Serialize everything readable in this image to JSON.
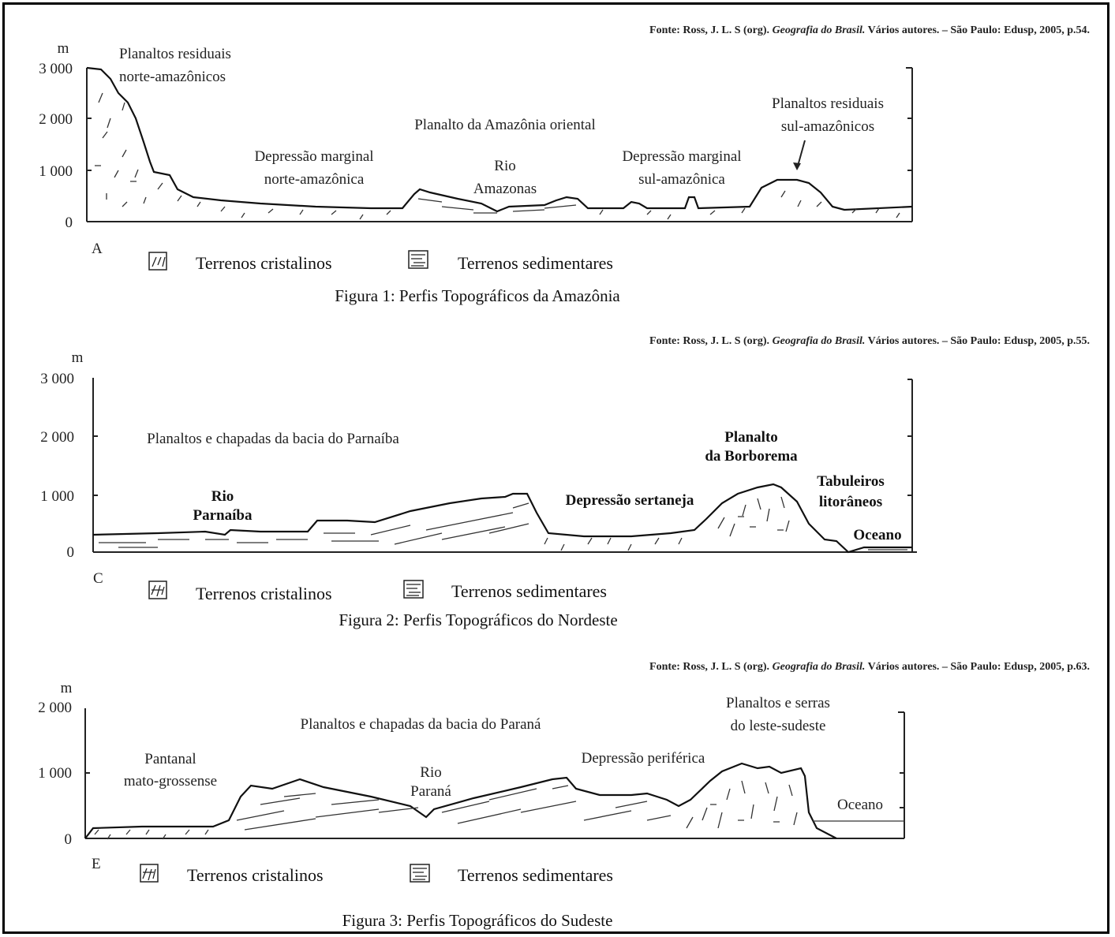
{
  "figures": [
    {
      "source_prefix": "Fonte: Ross, J. L. S (org). ",
      "source_title": "Geografia do Brasil.",
      "source_suffix": " Vários autores. – São Paulo: Edusp, 2005, p.54.",
      "unit": "m",
      "ticks": [
        "3 000",
        "2 000",
        "1 000",
        "0"
      ],
      "letter": "A",
      "labels": {
        "l1a": "Planaltos residuais",
        "l1b": "norte-amazônicos",
        "l2a": "Depressão marginal",
        "l2b": "norte-amazônica",
        "l3": "Planalto da Amazônia oriental",
        "l4a": "Rio",
        "l4b": "Amazonas",
        "l5a": "Depressão marginal",
        "l5b": "sul-amazônica",
        "l6a": "Planaltos residuais",
        "l6b": "sul-amazônicos"
      },
      "legend_crystal": "Terrenos  cristalinos",
      "legend_sed": "Terrenos sedimentares",
      "caption": "Figura 1: Perfis Topográficos da Amazônia"
    },
    {
      "source_prefix": "Fonte: Ross, J. L. S (org). ",
      "source_title": "Geografia do Brasil.",
      "source_suffix": " Vários autores. – São Paulo: Edusp, 2005, p.55.",
      "unit": "m",
      "ticks": [
        "3 000",
        "2 000",
        "1 000",
        "0"
      ],
      "letter": "C",
      "labels": {
        "l1": "Planaltos e chapadas da bacia do Parnaíba",
        "l2a": "Rio",
        "l2b": "Parnaíba",
        "l3": "Depressão sertaneja",
        "l4a": "Planalto",
        "l4b": "da Borborema",
        "l5a": "Tabuleiros",
        "l5b": "litorâneos",
        "l6": "Oceano"
      },
      "legend_crystal": "Terrenos  cristalinos",
      "legend_sed": "Terrenos sedimentares",
      "caption": "Figura 2: Perfis Topográficos do Nordeste"
    },
    {
      "source_prefix": "Fonte: Ross, J. L. S (org). ",
      "source_title": "Geografia do Brasil.",
      "source_suffix": " Vários autores. – São Paulo: Edusp, 2005, p.63.",
      "unit": "m",
      "ticks": [
        "2 000",
        "1 000",
        "0"
      ],
      "letter": "E",
      "labels": {
        "l1a": "Pantanal",
        "l1b": "mato-grossense",
        "l2": "Planaltos e chapadas da bacia do Paraná",
        "l3a": "Rio",
        "l3b": "Paraná",
        "l4": "Depressão periférica",
        "l5a": "Planaltos e serras",
        "l5b": "do leste-sudeste",
        "l6": "Oceano"
      },
      "legend_crystal": "Terrenos  cristalinos",
      "legend_sed": "Terrenos sedimentares",
      "caption": "Figura 3: Perfis Topográficos do Sudeste"
    }
  ]
}
